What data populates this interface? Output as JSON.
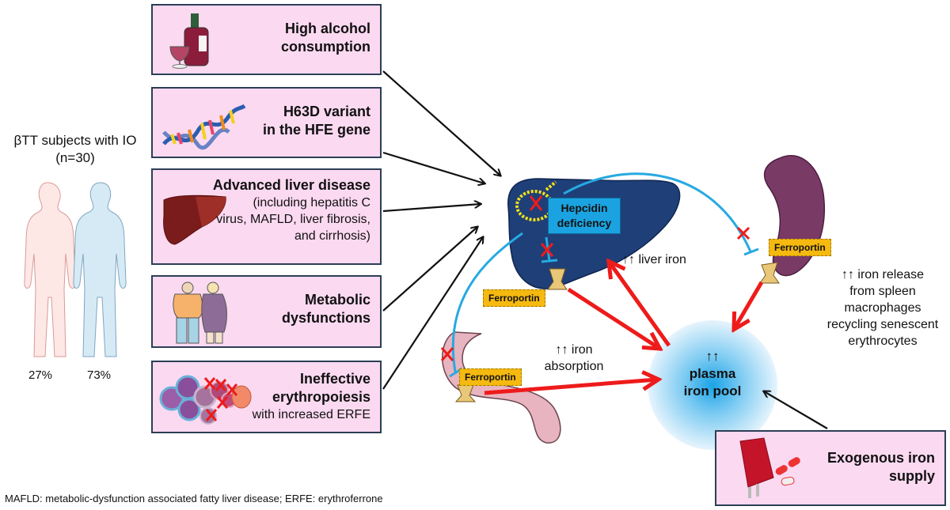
{
  "cohort": {
    "title": "βTT subjects with IO",
    "n_label": "(n=30)",
    "female_pct": "27%",
    "male_pct": "73%"
  },
  "risk_factors": [
    {
      "title": "High alcohol consumption",
      "lines": [
        "High alcohol",
        "consumption"
      ],
      "icon": "wine-bottle-glass-icon"
    },
    {
      "title": "H63D variant in the HFE gene",
      "lines": [
        "H63D variant",
        "in the HFE gene"
      ],
      "icon": "dna-helix-icon"
    },
    {
      "title": "Advanced liver disease",
      "lines": [
        "Advanced liver disease"
      ],
      "sub_lines": [
        "(including hepatitis C",
        "virus, MAFLD, liver fibrosis,",
        "and cirrhosis)"
      ],
      "icon": "cirrhotic-liver-icon"
    },
    {
      "title": "Metabolic dysfunctions",
      "lines": [
        "Metabolic",
        "dysfunctions"
      ],
      "icon": "obese-couple-icon"
    },
    {
      "title": "Ineffective erythropoiesis",
      "lines": [
        "Ineffective",
        "erythropoiesis"
      ],
      "sub_lines": [
        "with increased ERFE"
      ],
      "icon": "erythroid-cells-icon"
    }
  ],
  "liver": {
    "hepcidin_label": [
      "Hepcidin",
      "deficiency"
    ],
    "ferroportin_label": "Ferroportin",
    "liver_iron_label": "↑↑ liver iron"
  },
  "spleen": {
    "ferroportin_label": "Ferroportin",
    "release_label": [
      "↑↑ iron release",
      "from spleen",
      "macrophages",
      "recycling senescent",
      "erythrocytes"
    ]
  },
  "intestine": {
    "ferroportin_label": "Ferroportin",
    "absorption_label": [
      "↑↑ iron",
      "absorption"
    ]
  },
  "plasma_pool": {
    "lines": [
      "↑↑",
      "plasma",
      "iron pool"
    ]
  },
  "exogenous": {
    "lines": [
      "Exogenous iron",
      "supply"
    ],
    "icon": "blood-bag-pills-icon"
  },
  "footnote": "MAFLD: metabolic-dysfunction associated fatty liver disease; ERFE: erythroferrone",
  "colors": {
    "box_fill": "#fbd9f1",
    "box_border": "#2c3e55",
    "hepcidin_blue": "#1aa3e0",
    "inhibition_line": "#27a9e1",
    "red_arrow": "#ee1b1b",
    "ferroportin_label": "#f5b90f",
    "liver": "#1f3f78",
    "spleen": "#7a3a66",
    "intestine": "#e8b4bf"
  }
}
